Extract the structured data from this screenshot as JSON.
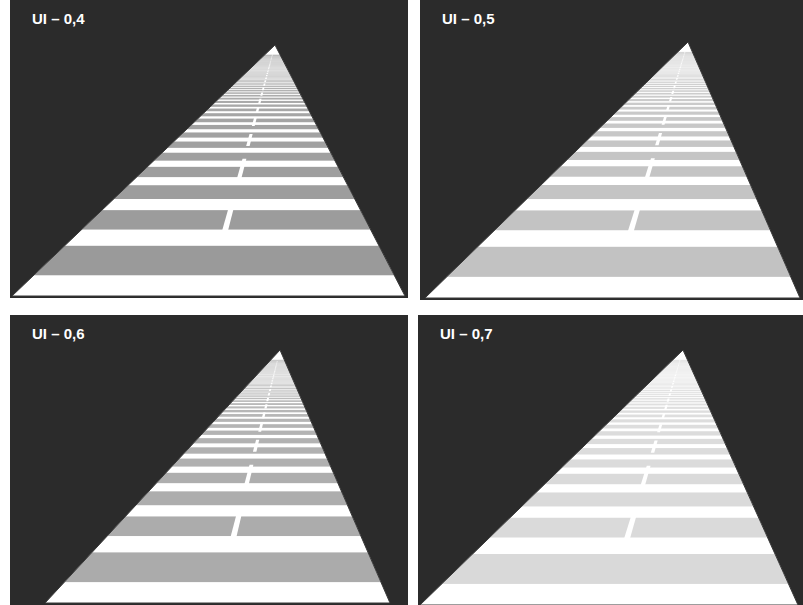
{
  "diagram": {
    "nodes": [
      {
        "text": [
          "UI – 0,4"
        ]
      },
      {
        "text": [
          "UI – 0,5"
        ]
      },
      {
        "text": [
          "UI – 0,6"
        ]
      },
      {
        "text": [
          "UI – 0,7"
        ]
      }
    ]
  }
}
